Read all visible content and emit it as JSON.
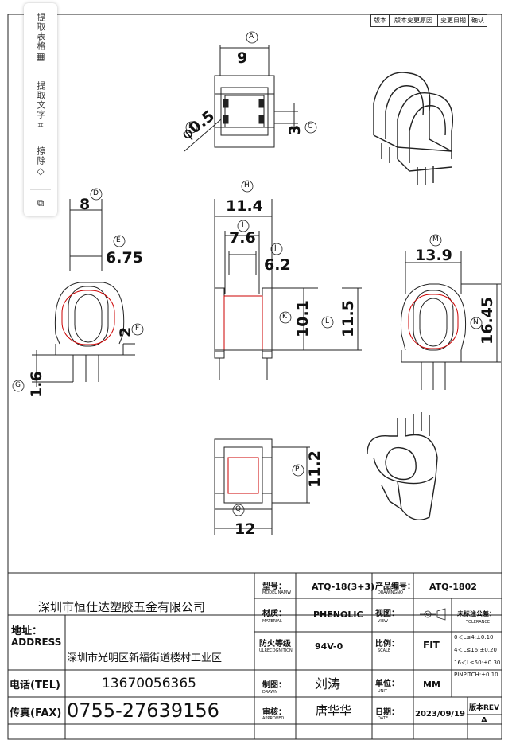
{
  "toolbar": {
    "extract_table": "提取表格",
    "extract_text": "提取文字",
    "erase": "擦除"
  },
  "revision_block": {
    "version": "版本",
    "change_reason": "版本变更原因",
    "change_date": "变更日期",
    "confirm": "确认"
  },
  "dimensions": {
    "a_label": "A",
    "a": "9",
    "b_label": "B",
    "b": "0.5",
    "b_prefix": "φ",
    "c_label": "C",
    "c": "3",
    "d_label": "D",
    "d": "8",
    "e_label": "E",
    "e": "6.75",
    "f_label": "F",
    "f": "2",
    "g_label": "G",
    "g": "1.6",
    "h_label": "H",
    "h": "11.4",
    "i_label": "I",
    "i": "7.6",
    "j_label": "J",
    "j": "6.2",
    "k_label": "K",
    "k": "10.1",
    "l_label": "L",
    "l": "11.5",
    "m_label": "M",
    "m": "13.9",
    "n_label": "N",
    "n": "16.45",
    "p_label": "P",
    "p": "11.2",
    "q_label": "Q",
    "q": "12"
  },
  "title_block": {
    "company": "深圳市恒仕达塑胶五金有限公司",
    "address_label_cn": "地址：",
    "address_label_en": "ADDRESS",
    "address": "深圳市光明区新福街道楼村工业区",
    "tel_label": "电话(TEL)",
    "tel": "13670056365",
    "fax_label": "传真(FAX)",
    "fax": "0755-27639156",
    "model_label_cn": "型号：",
    "model_label_en": "MODEL NAMW",
    "model": "ATQ-18(3+3)",
    "drawing_no_label_cn": "产品编号：",
    "drawing_no_label_en": "DRAWINGNO",
    "drawing_no": "ATQ-1802",
    "material_label_cn": "材质：",
    "material_label_en": "MATERIAL",
    "material": "PHENOLIC",
    "view_label_cn": "视图：",
    "view_label_en": "VIEW",
    "fire_label_cn": "防火等级",
    "fire_label_en": "ULRECOGNITION",
    "fire": "94V-0",
    "scale_label_cn": "比例：",
    "scale_label_en": "SCALE",
    "scale": "FIT",
    "drawn_label_cn": "制图：",
    "drawn_label_en": "DRAWN",
    "drawn": "刘涛",
    "unit_label_cn": "单位：",
    "unit_label_en": "UNIT",
    "unit": "MM",
    "approved_label_cn": "审核：",
    "approved_label_en": "APPROVED",
    "approved": "唐华华",
    "date_label_cn": "日期：",
    "date_label_en": "DATE",
    "date": "2023/09/19",
    "rev_label": "版本REV",
    "rev": "A",
    "tolerance_title_cn": "未标注公差：",
    "tolerance_title_en": "TOLERANCE",
    "tol1": "0＜L≤4:±0.10",
    "tol2": "4＜L≤16:±0.20",
    "tol3": "16＜L≤50:±0.30",
    "tol4": "PINPITCH:±0.10"
  }
}
